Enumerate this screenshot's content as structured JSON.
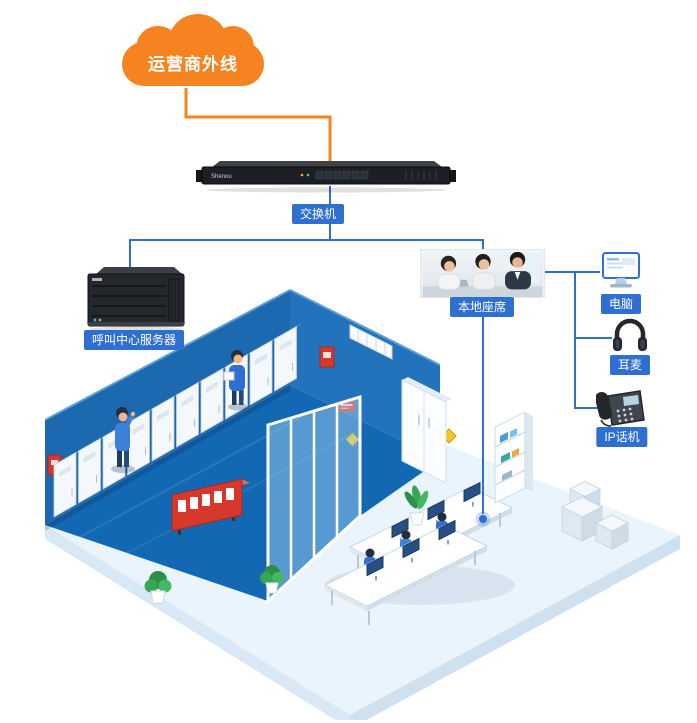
{
  "diagram": {
    "cloud": {
      "label": "运营商外线"
    },
    "nodes": {
      "switch": {
        "label": "交换机",
        "faceplate_text": "Shenou"
      },
      "server": {
        "label": "呼叫中心服务器"
      },
      "agents": {
        "label": "本地座席"
      },
      "computer": {
        "label": "电脑"
      },
      "headset": {
        "label": "耳麦"
      },
      "ip_phone": {
        "label": "IP话机"
      }
    },
    "colors": {
      "cloud_orange": "#f5831f",
      "link_blue": "#2f6fd0",
      "label_bg": "#2f6fd0",
      "room_dark_blue": "#1368b4",
      "room_light_blue": "#e9f4fc",
      "alert_red": "#d8382c"
    }
  }
}
